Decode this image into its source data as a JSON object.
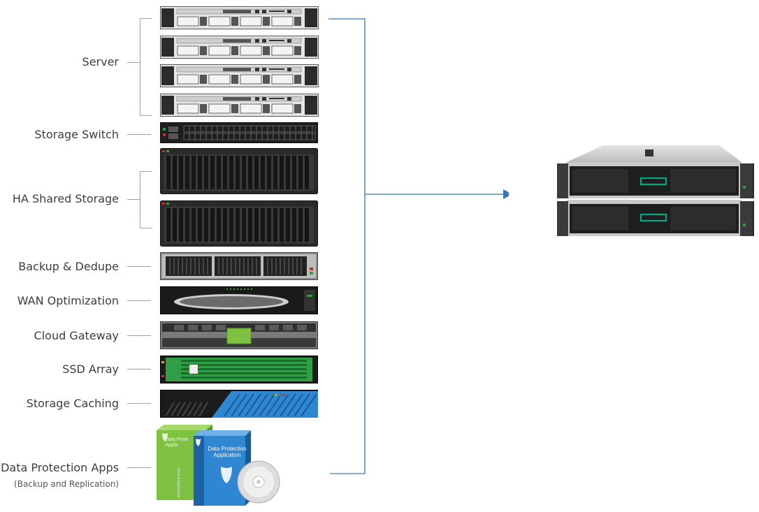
{
  "labels": {
    "server": "Server",
    "storage_switch": "Storage Switch",
    "ha_shared_storage": "HA Shared Storage",
    "backup_dedupe": "Backup & Dedupe",
    "wan_optimization": "WAN Optimization",
    "cloud_gateway": "Cloud Gateway",
    "ssd_array": "SSD Array",
    "storage_caching": "Storage Caching",
    "data_protection_apps": "Data Protection Apps",
    "data_protection_sub": "(Backup and Replication)"
  },
  "box_text": {
    "front_title": "Data Protection Application",
    "back_title": "Data Prote Applic",
    "side_text": "Backup Application"
  },
  "colors": {
    "connector": "#3a78b5",
    "label_text": "#3d3d3d",
    "hpe_green": "#01a982",
    "box_green": "#7fc241",
    "box_blue": "#2f86d1",
    "ssd_green": "#2f9e44"
  }
}
